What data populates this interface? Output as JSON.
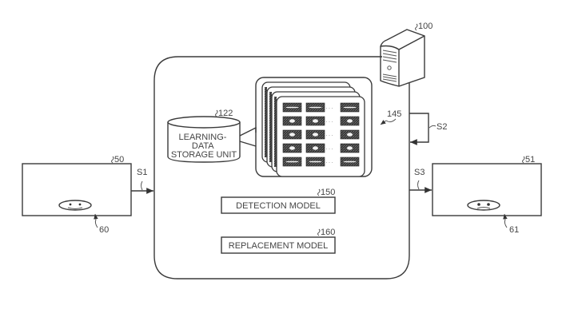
{
  "figure": {
    "server": {
      "ref": "100"
    },
    "system_box": {},
    "storage_unit": {
      "ref": "122",
      "label_lines": [
        "LEARNING-",
        "DATA",
        "STORAGE UNIT"
      ]
    },
    "learning_data": {
      "ref": "145",
      "stack_count": 4,
      "rows": 5,
      "ellipsis": "· · ·"
    },
    "detection_model": {
      "ref": "150",
      "label": "DETECTION MODEL"
    },
    "replacement_model": {
      "ref": "160",
      "label": "REPLACEMENT MODEL"
    },
    "input_image": {
      "ref": "50",
      "object_ref": "60",
      "face": "smile"
    },
    "output_image": {
      "ref": "51",
      "object_ref": "61",
      "face": "frown"
    },
    "signals": {
      "s1": "S1",
      "s2": "S2",
      "s3": "S3"
    }
  }
}
